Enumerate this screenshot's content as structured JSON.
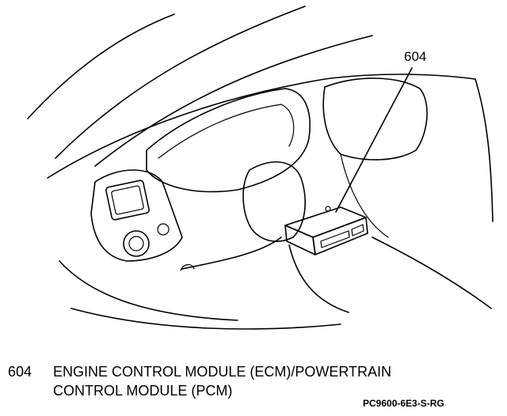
{
  "callout": {
    "number": "604"
  },
  "legend": {
    "number": "604",
    "line1": "ENGINE CONTROL MODULE (ECM)/POWERTRAIN",
    "line2": "CONTROL MODULE (PCM)"
  },
  "reference_code": "PC9600-6E3-S-RG"
}
